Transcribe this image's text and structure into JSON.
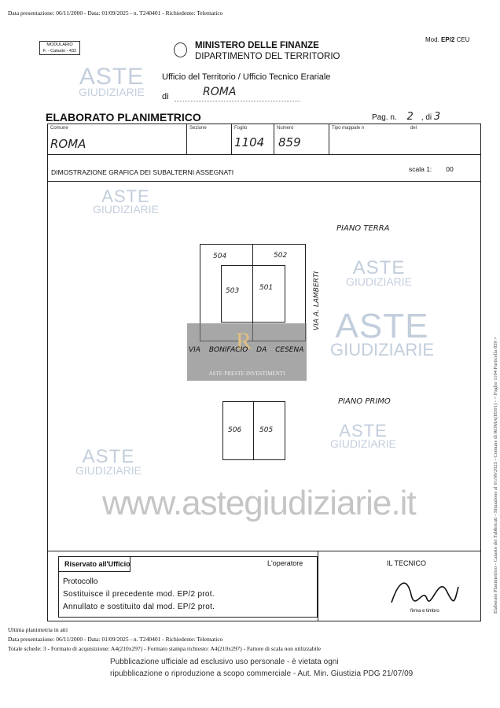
{
  "top_line": "Data presentazione: 06/11/2000 - Data: 01/09/2025 - n. T240401 - Richiedente: Telematico",
  "modulario": {
    "line1": "MODULARIO",
    "line2": "F. - Catasto - 432"
  },
  "ministry": {
    "name": "MINISTERO DELLE FINANZE",
    "dept": "DIPARTIMENTO DEL TERRITORIO",
    "office": "Ufficio del Territorio / Ufficio Tecnico Erariale",
    "di_label": "di",
    "di_value": "ROMA"
  },
  "mod": {
    "prefix": "Mod.",
    "code": "EP/2",
    "suffix": "CEU"
  },
  "title": "ELABORATO PLANIMETRICO",
  "page": {
    "label": "Pag. n.",
    "n": "2",
    "of_label": ", di",
    "total": "3"
  },
  "fields": {
    "comune_label": "Comune",
    "comune": "ROMA",
    "sezione_label": "Sezione",
    "foglio_label": "Foglio",
    "foglio": "1104",
    "numero_label": "Numero",
    "numero": "859",
    "tipo_label": "Tipo mappale n",
    "del_label": "del"
  },
  "section_title": "DIMOSTRAZIONE GRAFICA DEI SUBALTERNI ASSEGNATI",
  "scale": {
    "label": "scala 1:",
    "value": "00"
  },
  "drawing": {
    "piano_terra": "PIANO TERRA",
    "piano_primo": "PIANO PRIMO",
    "street1": "VIA BONIFACIO DA CESENA",
    "street2": "VIA A. LAMBERTI",
    "subs": [
      "504",
      "502",
      "503",
      "501",
      "506",
      "505"
    ]
  },
  "bottom": {
    "riservato": "Riservato all'Ufficio",
    "operatore": "L'operatore",
    "tecnico": "IL TECNICO",
    "protocollo": "Protocollo",
    "sostituisce": "Sostituisce il precedente mod. EP/2 prot.",
    "annullato": "Annullato e sostituito dal mod. EP/2 prot.",
    "firma": "firma e timbro"
  },
  "overlay": {
    "ultima": "Ultima planimetria in atti",
    "data": "Data presentazione: 06/11/2000 - Data: 01/09/2025 - n. T240401 - Richiedente: Telematico",
    "totale": "Totale schede: 3 - Formato di acquisizione: A4(210x297) - Formato stampa richiesto: A4(210x297) - Fattore di scala non utilizzabile",
    "side": "Elaborato Planimetrico - Catasto dei Fabbricati - Situazione al 01/09/2025 - Comune di ROMA(H501) - < Foglio 1104 Particella 859 >",
    "pub1": "Pubblicazione ufficiale ad esclusivo uso personale - è vietata ogni",
    "pub2": "ripubblicazione o riproduzione a scopo commerciale - Aut. Min. Giustizia PDG 21/07/09"
  },
  "watermark": {
    "aste": "ASTE",
    "giudiziarie": "GIUDIZIARIE",
    "url": "www.astegiudiziarie.it",
    "api": "ASTE·PRESTE·INVESTIMENTI"
  }
}
